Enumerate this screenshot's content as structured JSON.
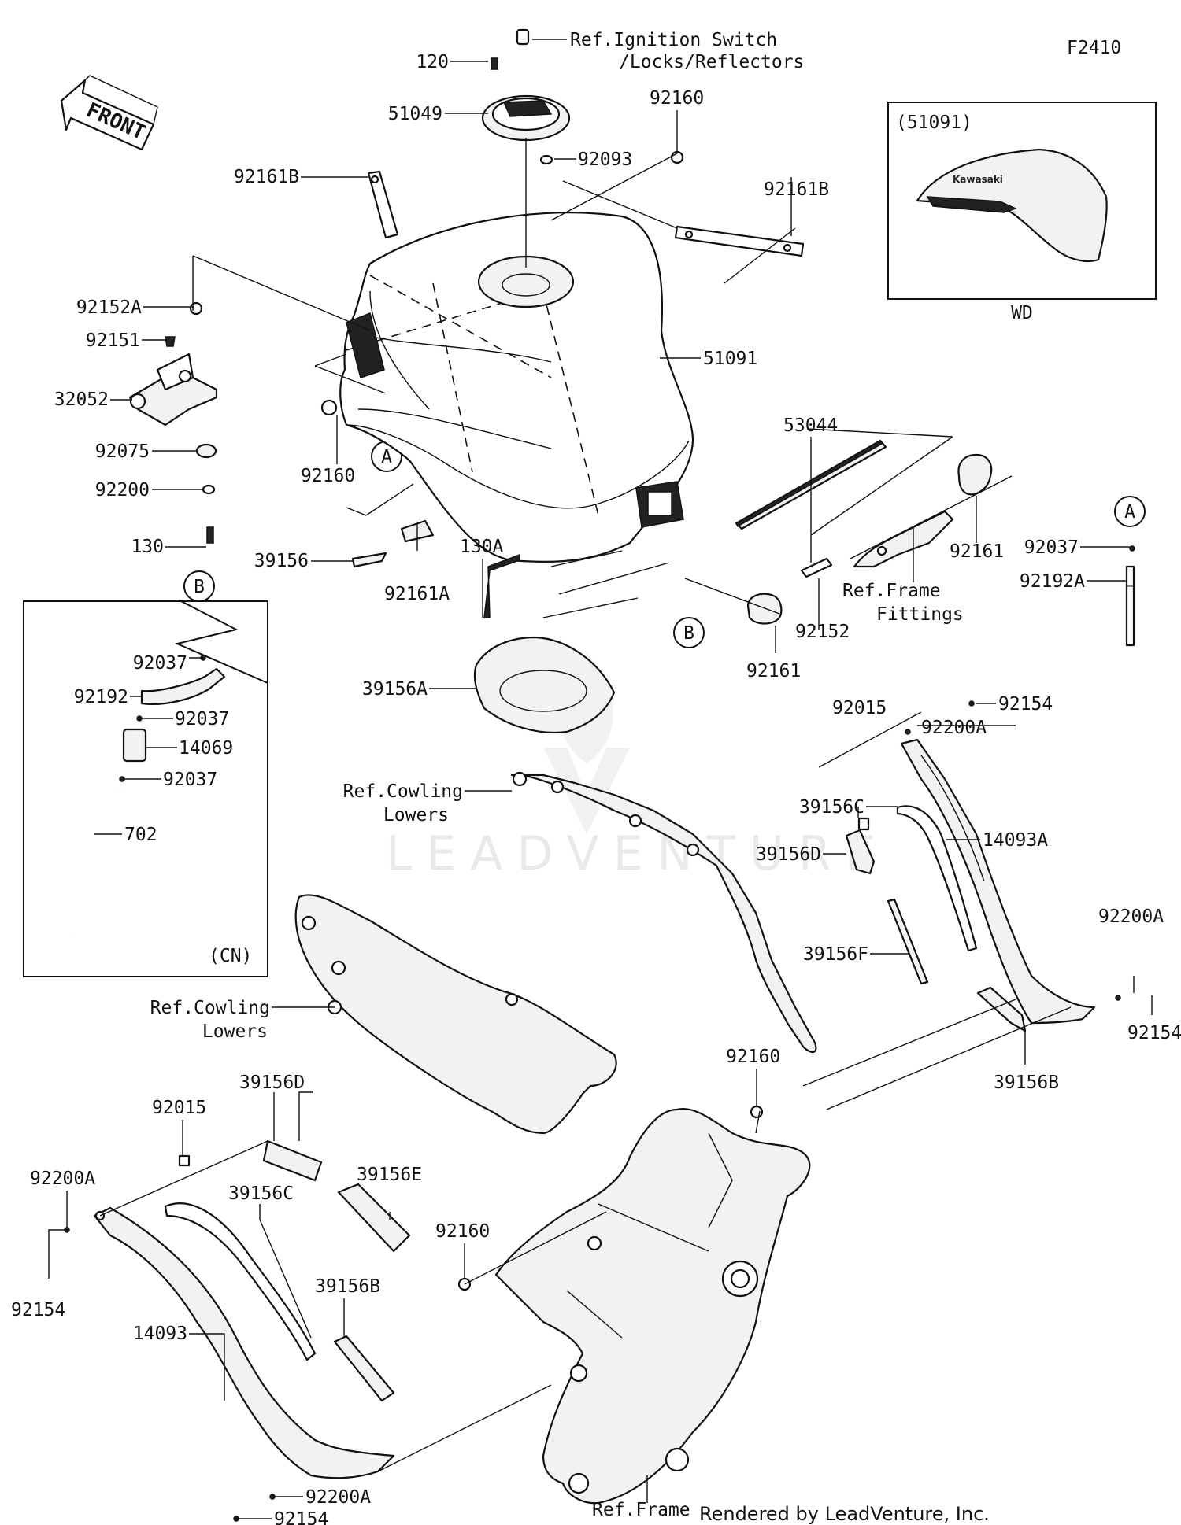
{
  "figure_code": "F2410",
  "front_label": "FRONT",
  "watermark": "LEADVENTURE",
  "footer": "Rendered by LeadVenture, Inc.",
  "inset": {
    "ref": "(51091)",
    "variant": "WD",
    "brand": "Kawasaki"
  },
  "cn_box": {
    "variant": "(CN)"
  },
  "callouts": {
    "A": "A",
    "B": "B"
  },
  "labels": {
    "ref_ignition_1": "Ref.Ignition Switch",
    "ref_ignition_2": "/Locks/Reflectors",
    "p120": "120",
    "p51049": "51049",
    "p92160_top": "92160",
    "p92093": "92093",
    "p92161B_left": "92161B",
    "p92161B_right": "92161B",
    "p92152A": "92152A",
    "p92151": "92151",
    "p32052": "32052",
    "p92075": "92075",
    "p92200": "92200",
    "p130": "130",
    "p51091": "51091",
    "p92160_mid": "92160",
    "p39156": "39156",
    "p92161A": "92161A",
    "p130A": "130A",
    "p53044": "53044",
    "p92161_right": "92161",
    "p92161_mid": "92161",
    "p92152": "92152",
    "ref_frame_fit_1": "Ref.Frame",
    "ref_frame_fit_2": "Fittings",
    "p92037_A": "92037",
    "p92192A": "92192A",
    "p92037_cn1": "92037",
    "p92192": "92192",
    "p92037_cn2": "92037",
    "p14069": "14069",
    "p92037_cn3": "92037",
    "p702": "702",
    "p39156A": "39156A",
    "p92015_top": "92015",
    "p92154_top": "92154",
    "p92200A_top": "92200A",
    "ref_cowl_1a": "Ref.Cowling",
    "ref_cowl_1b": "Lowers",
    "p39156C_top": "39156C",
    "p14093A": "14093A",
    "p39156D_top": "39156D",
    "p39156F": "39156F",
    "p92200A_right": "92200A",
    "p92154_right": "92154",
    "ref_cowl_2a": "Ref.Cowling",
    "ref_cowl_2b": "Lowers",
    "p92160_low": "92160",
    "p39156B_right": "39156B",
    "p39156D_low": "39156D",
    "p92015_low": "92015",
    "p92200A_left": "92200A",
    "p39156C_low": "39156C",
    "p39156E": "39156E",
    "p92160_frame": "92160",
    "p92154_left": "92154",
    "p39156B_low": "39156B",
    "p14093": "14093",
    "p92200A_bottom": "92200A",
    "p92154_bottom": "92154",
    "ref_frame": "Ref.Frame"
  }
}
